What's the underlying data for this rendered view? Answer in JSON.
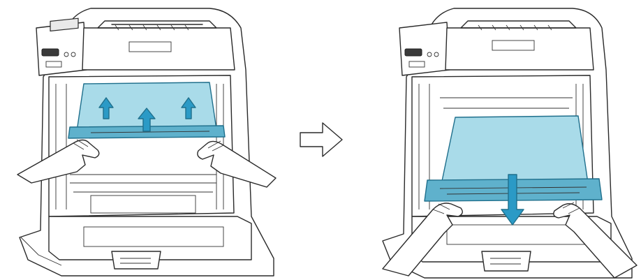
{
  "colors": {
    "belt_fill": "#a9dbe9",
    "belt_dark": "#5fb1cc",
    "arrow_blue": "#2b9ac6",
    "outline": "#2a2a2a",
    "flow_arrow_fill": "#ffffff"
  },
  "steps": [
    {
      "id": "step-1",
      "action": "lift",
      "arrow_direction": "up",
      "arrow_count": 3
    },
    {
      "id": "step-2",
      "action": "pull-out",
      "arrow_direction": "down",
      "arrow_count": 1
    }
  ],
  "flow_arrow": {
    "direction": "right",
    "icon": "right-arrow-icon"
  }
}
